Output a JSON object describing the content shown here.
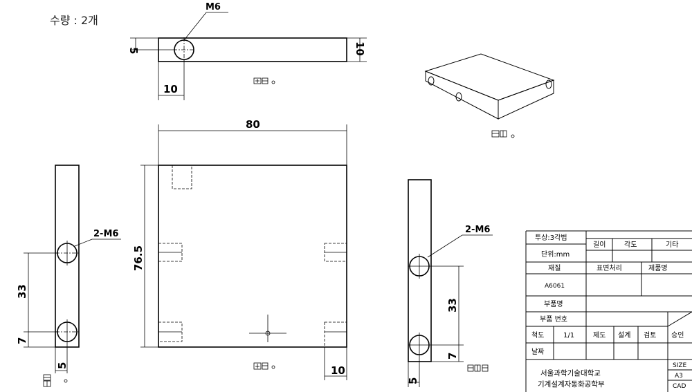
{
  "header": {
    "quantity": "수량 : 2개"
  },
  "dims": {
    "top_thread": "M6",
    "top_height": "5",
    "top_thick": "10",
    "top_width": "10",
    "front_length": "80",
    "front_height": "76.5",
    "front_bottom": "10",
    "left_thread": "2-M6",
    "left_pitch": "33",
    "left_bottom": "7",
    "left_offset": "5",
    "right_thread": "2-M6",
    "right_pitch": "33",
    "right_bottom": "7",
    "right_offset": "5"
  },
  "title_block": {
    "projection": "투상:3각법",
    "unit": "단위:mm",
    "tol_length": "길이",
    "tol_angle": "각도",
    "tol_other": "기타",
    "material_label": "재질",
    "surface_label": "표면처리",
    "product_label": "제품명",
    "material_value": "A6061",
    "part_name_label": "부품명",
    "part_no_label": "부품 번호",
    "scale_label": "척도",
    "scale_value": "1/1",
    "drawn_label": "제도",
    "design_label": "설계",
    "check_label": "검토",
    "approve_label": "승인",
    "date_label": "날짜",
    "school": "서울과학기술대학교",
    "department": "기계설계자동화공학부",
    "size_label": "SIZE",
    "size_value": "A3",
    "cad_label": "CAD"
  }
}
